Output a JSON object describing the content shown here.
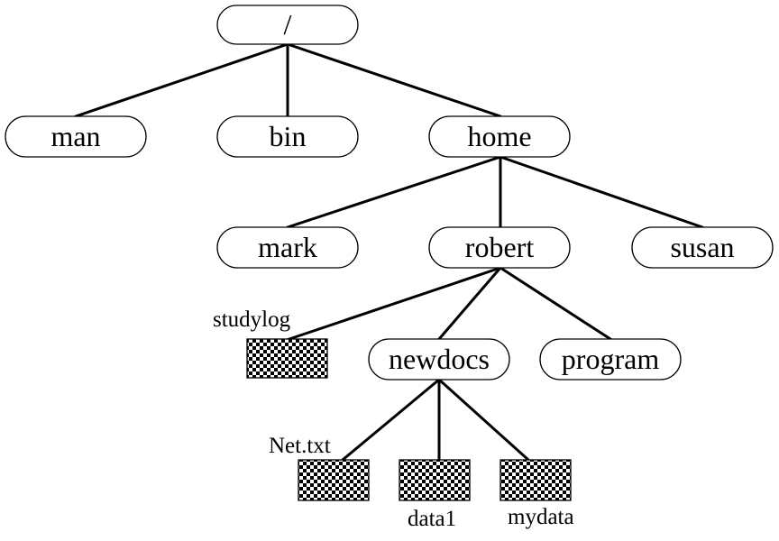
{
  "colors": {
    "line": "#000000",
    "node_fill": "#ffffff",
    "file_check_dark": "#000000",
    "file_check_light": "#ffffff"
  },
  "directories": {
    "root": "/",
    "man": "man",
    "bin": "bin",
    "home": "home",
    "mark": "mark",
    "robert": "robert",
    "susan": "susan",
    "newdocs": "newdocs",
    "program": "program"
  },
  "files": {
    "studylog": "studylog",
    "net_txt": "Net.txt",
    "data1": "data1",
    "mydata": "mydata"
  }
}
